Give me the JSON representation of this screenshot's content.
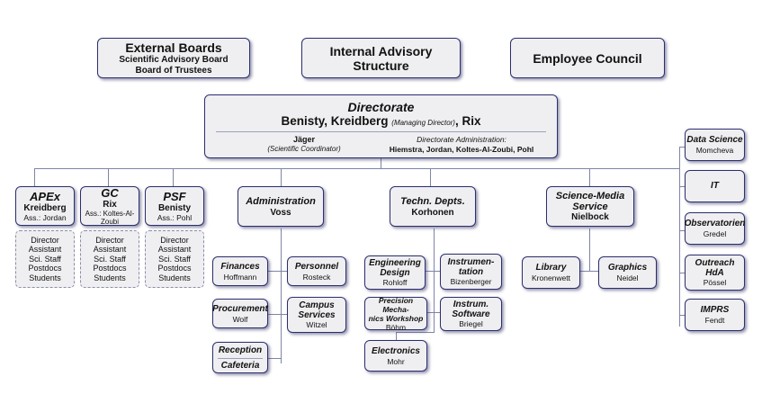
{
  "top": {
    "external": {
      "title": "External Boards",
      "line1": "Scientific Advisory Board",
      "line2": "Board of Trustees"
    },
    "internal": {
      "title": "Internal Advisory Structure"
    },
    "employee": {
      "title": "Employee Council"
    }
  },
  "directorate": {
    "title": "Directorate",
    "members_a": "Benisty, Kreidberg",
    "managing": "(Managing Director)",
    "members_b": ", Rix",
    "coordinator_name": "Jäger",
    "coordinator_role": "(Scientific Coordinator)",
    "admin_label": "Directorate Administration:",
    "admin_names": "Hiemstra, Jordan, Koltes-Al-Zoubi, Pohl"
  },
  "departments": [
    {
      "title": "APEx",
      "head": "Kreidberg",
      "ass": "Ass.: Jordan",
      "staff": [
        "Director",
        "Assistant",
        "Sci. Staff",
        "Postdocs",
        "Students"
      ]
    },
    {
      "title": "GC",
      "head": "Rix",
      "ass": "Ass.: Koltes-Al-",
      "ass2": "Zoubi",
      "staff": [
        "Director",
        "Assistant",
        "Sci. Staff",
        "Postdocs",
        "Students"
      ]
    },
    {
      "title": "PSF",
      "head": "Benisty",
      "ass": "Ass.: Pohl",
      "staff": [
        "Director",
        "Assistant",
        "Sci. Staff",
        "Postdocs",
        "Students"
      ]
    }
  ],
  "administration": {
    "title": "Administration",
    "head": "Voss",
    "units": [
      {
        "title": "Finances",
        "head": "Hoffmann"
      },
      {
        "title": "Personnel",
        "head": "Rosteck"
      },
      {
        "title": "Procurement",
        "head": "Wolf"
      },
      {
        "title": "Campus",
        "title2": "Services",
        "head": "Witzel"
      },
      {
        "title": "Reception",
        "title2": "Cafeteria"
      }
    ]
  },
  "technical": {
    "title": "Techn. Depts.",
    "head": "Korhonen",
    "units": [
      {
        "title": "Engineering",
        "title2": "Design",
        "head": "Rohloff"
      },
      {
        "title": "Instrumen-",
        "title2": "tation",
        "head": "Bizenberger"
      },
      {
        "title": "Precision Mecha-",
        "title2": "nics Workshop",
        "head": "Böhm"
      },
      {
        "title": "Instrum.",
        "title2": "Software",
        "head": "Briegel"
      },
      {
        "title": "Electronics",
        "head": "Mohr"
      }
    ]
  },
  "science_media": {
    "title": "Science-Media",
    "title2": "Service",
    "head": "Nielbock",
    "units": [
      {
        "title": "Library",
        "head": "Kronenwett"
      },
      {
        "title": "Graphics",
        "head": "Neidel"
      }
    ]
  },
  "right_column": [
    {
      "title": "Data Science",
      "head": "Momcheva"
    },
    {
      "title": "IT",
      "head": ""
    },
    {
      "title": "Observatorien",
      "head": "Gredel"
    },
    {
      "title": "Outreach",
      "title2": "HdA",
      "head": "Pössel"
    },
    {
      "title": "IMPRS",
      "head": "Fendt"
    }
  ]
}
